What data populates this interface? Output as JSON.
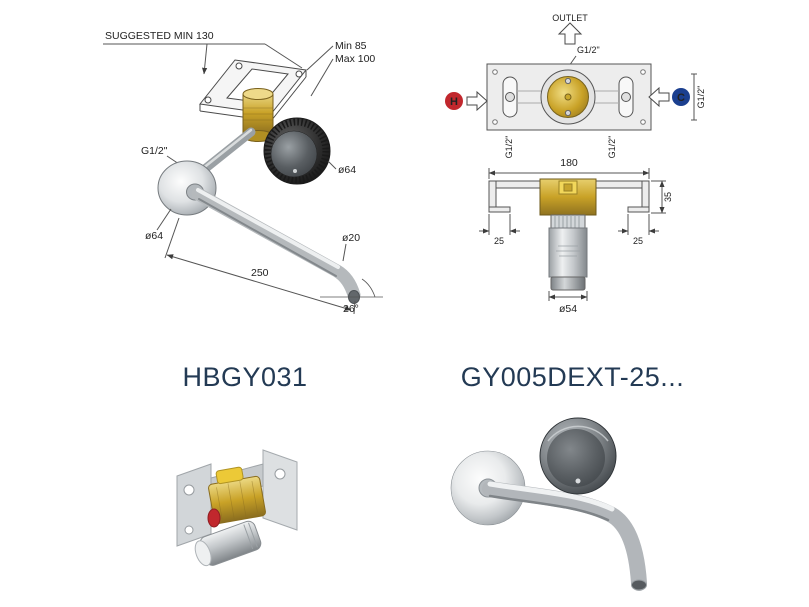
{
  "colors": {
    "line": "#3c3c3c",
    "hot": "#c1272d",
    "cold": "#1b3f8f",
    "code_text": "#233a54",
    "brass": "#c9a227",
    "chrome": "#b5b9bc"
  },
  "left_diagram": {
    "code": "HBGY031",
    "labels": {
      "suggested_min": "SUGGESTED MIN 130",
      "min": "Min 85",
      "max": "Max 100",
      "thread": "G1/2\"",
      "handle_diameter": "ø64",
      "flange_diameter": "ø64",
      "spout_diameter": "ø20",
      "spout_length": "250",
      "spout_angle": "26°"
    }
  },
  "right_diagram": {
    "code": "GY005DEXT-25...",
    "labels": {
      "outlet": "OUTLET",
      "outlet_thread": "G1/2\"",
      "hot": "H",
      "cold": "C",
      "cold_thread": "G1/2\"",
      "bottom_left_thread": "G1/2\"",
      "bottom_right_thread": "G1/2\"",
      "width": "180",
      "height": "35",
      "left_offset": "25",
      "right_offset": "25",
      "cartridge_diameter": "ø54"
    }
  }
}
